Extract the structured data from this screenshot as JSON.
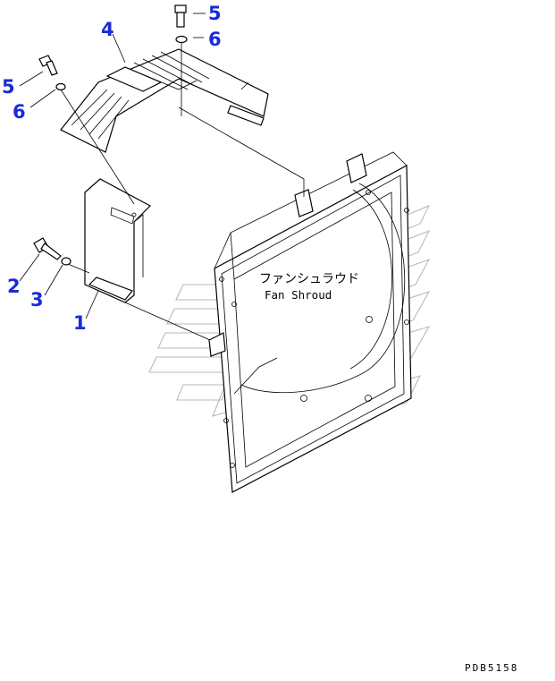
{
  "diagram": {
    "callouts": [
      {
        "id": "1",
        "label": "1"
      },
      {
        "id": "2",
        "label": "2"
      },
      {
        "id": "3",
        "label": "3"
      },
      {
        "id": "4",
        "label": "4"
      },
      {
        "id": "5a",
        "label": "5"
      },
      {
        "id": "6a",
        "label": "6"
      },
      {
        "id": "5b",
        "label": "5"
      },
      {
        "id": "6b",
        "label": "6"
      }
    ],
    "part_name_jp": "ファンシュラウド",
    "part_name_en": "Fan Shroud",
    "drawing_code": "PDB5158",
    "colors": {
      "callout": "#1a2bd6",
      "lines": "#000000",
      "watermark": "#b9b9b9"
    }
  }
}
